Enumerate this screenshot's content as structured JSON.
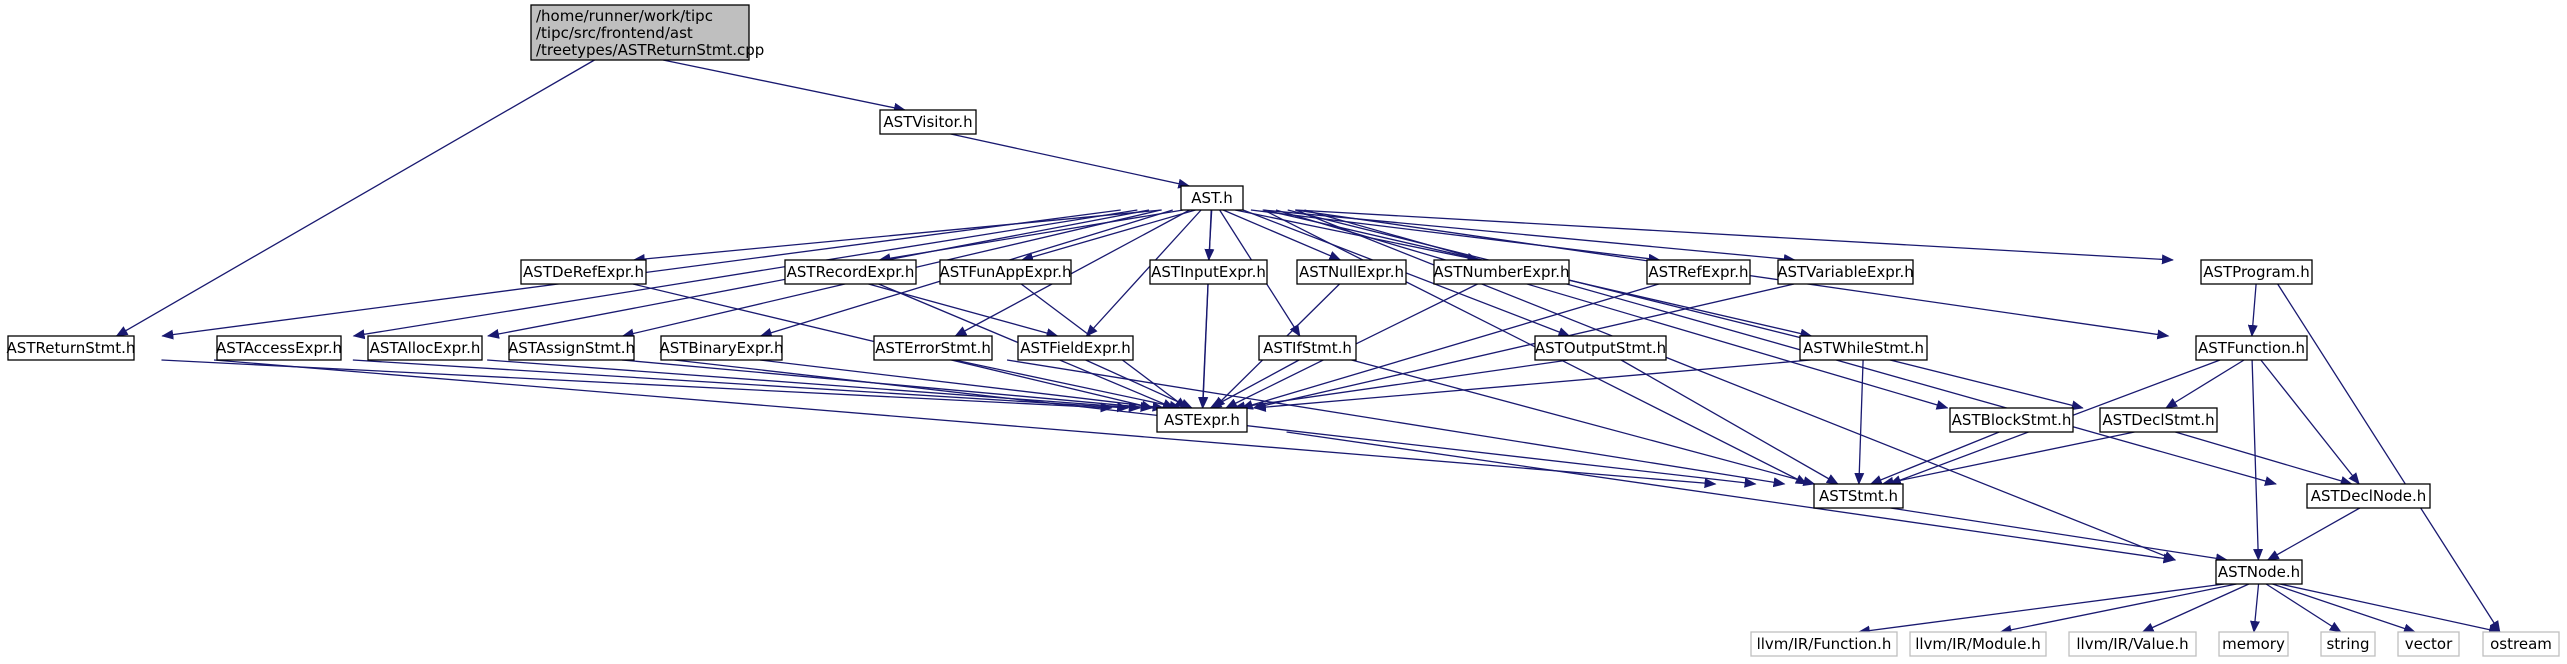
{
  "colors": {
    "edge": "#191970",
    "root_fill": "#bfbfbf",
    "system_border": "#bfbfbf"
  },
  "nodes": [
    {
      "id": "root",
      "label": "/home/runner/work/tipc\n/tipc/src/frontend/ast\n/treetypes/ASTReturnStmt.cpp",
      "kind": "root"
    },
    {
      "id": "visitor",
      "label": "ASTVisitor.h",
      "kind": "local"
    },
    {
      "id": "ast",
      "label": "AST.h",
      "kind": "local"
    },
    {
      "id": "returnstmt",
      "label": "ASTReturnStmt.h",
      "kind": "local"
    },
    {
      "id": "accessexpr",
      "label": "ASTAccessExpr.h",
      "kind": "local"
    },
    {
      "id": "allocexpr",
      "label": "ASTAllocExpr.h",
      "kind": "local"
    },
    {
      "id": "assignstmt",
      "label": "ASTAssignStmt.h",
      "kind": "local"
    },
    {
      "id": "binaryexpr",
      "label": "ASTBinaryExpr.h",
      "kind": "local"
    },
    {
      "id": "derefexpr",
      "label": "ASTDeRefExpr.h",
      "kind": "local"
    },
    {
      "id": "recordexpr",
      "label": "ASTRecordExpr.h",
      "kind": "local"
    },
    {
      "id": "errorstmt",
      "label": "ASTErrorStmt.h",
      "kind": "local"
    },
    {
      "id": "funappexpr",
      "label": "ASTFunAppExpr.h",
      "kind": "local"
    },
    {
      "id": "fieldexpr",
      "label": "ASTFieldExpr.h",
      "kind": "local"
    },
    {
      "id": "inputexpr",
      "label": "ASTInputExpr.h",
      "kind": "local"
    },
    {
      "id": "ifstmt",
      "label": "ASTIfStmt.h",
      "kind": "local"
    },
    {
      "id": "nullexpr",
      "label": "ASTNullExpr.h",
      "kind": "local"
    },
    {
      "id": "numberexpr",
      "label": "ASTNumberExpr.h",
      "kind": "local"
    },
    {
      "id": "outputstmt",
      "label": "ASTOutputStmt.h",
      "kind": "local"
    },
    {
      "id": "refexpr",
      "label": "ASTRefExpr.h",
      "kind": "local"
    },
    {
      "id": "variableexpr",
      "label": "ASTVariableExpr.h",
      "kind": "local"
    },
    {
      "id": "whilestmt",
      "label": "ASTWhileStmt.h",
      "kind": "local"
    },
    {
      "id": "blockstmt",
      "label": "ASTBlockStmt.h",
      "kind": "local"
    },
    {
      "id": "program",
      "label": "ASTProgram.h",
      "kind": "local"
    },
    {
      "id": "function",
      "label": "ASTFunction.h",
      "kind": "local"
    },
    {
      "id": "declstmt",
      "label": "ASTDeclStmt.h",
      "kind": "local"
    },
    {
      "id": "expr",
      "label": "ASTExpr.h",
      "kind": "local"
    },
    {
      "id": "stmt",
      "label": "ASTStmt.h",
      "kind": "local"
    },
    {
      "id": "declnode",
      "label": "ASTDeclNode.h",
      "kind": "local"
    },
    {
      "id": "node",
      "label": "ASTNode.h",
      "kind": "local"
    },
    {
      "id": "llvmfunction",
      "label": "llvm/IR/Function.h",
      "kind": "system"
    },
    {
      "id": "llvmmodule",
      "label": "llvm/IR/Module.h",
      "kind": "system"
    },
    {
      "id": "llvmvalue",
      "label": "llvm/IR/Value.h",
      "kind": "system"
    },
    {
      "id": "memory",
      "label": "memory",
      "kind": "system"
    },
    {
      "id": "string",
      "label": "string",
      "kind": "system"
    },
    {
      "id": "vector",
      "label": "vector",
      "kind": "system"
    },
    {
      "id": "ostream",
      "label": "ostream",
      "kind": "system"
    }
  ],
  "edges": [
    [
      "root",
      "returnstmt"
    ],
    [
      "root",
      "visitor"
    ],
    [
      "visitor",
      "ast"
    ],
    [
      "ast",
      "returnstmt"
    ],
    [
      "ast",
      "accessexpr"
    ],
    [
      "ast",
      "allocexpr"
    ],
    [
      "ast",
      "assignstmt"
    ],
    [
      "ast",
      "binaryexpr"
    ],
    [
      "ast",
      "derefexpr"
    ],
    [
      "ast",
      "recordexpr"
    ],
    [
      "ast",
      "errorstmt"
    ],
    [
      "ast",
      "funappexpr"
    ],
    [
      "ast",
      "fieldexpr"
    ],
    [
      "ast",
      "inputexpr"
    ],
    [
      "ast",
      "ifstmt"
    ],
    [
      "ast",
      "nullexpr"
    ],
    [
      "ast",
      "numberexpr"
    ],
    [
      "ast",
      "outputstmt"
    ],
    [
      "ast",
      "refexpr"
    ],
    [
      "ast",
      "variableexpr"
    ],
    [
      "ast",
      "whilestmt"
    ],
    [
      "ast",
      "blockstmt"
    ],
    [
      "ast",
      "program"
    ],
    [
      "ast",
      "function"
    ],
    [
      "ast",
      "declstmt"
    ],
    [
      "ast",
      "expr"
    ],
    [
      "ast",
      "stmt"
    ],
    [
      "ast",
      "declnode"
    ],
    [
      "ast",
      "node"
    ],
    [
      "returnstmt",
      "expr"
    ],
    [
      "returnstmt",
      "stmt"
    ],
    [
      "accessexpr",
      "expr"
    ],
    [
      "allocexpr",
      "expr"
    ],
    [
      "assignstmt",
      "expr"
    ],
    [
      "assignstmt",
      "stmt"
    ],
    [
      "binaryexpr",
      "expr"
    ],
    [
      "derefexpr",
      "expr"
    ],
    [
      "recordexpr",
      "fieldexpr"
    ],
    [
      "recordexpr",
      "expr"
    ],
    [
      "errorstmt",
      "expr"
    ],
    [
      "errorstmt",
      "stmt"
    ],
    [
      "funappexpr",
      "expr"
    ],
    [
      "fieldexpr",
      "expr"
    ],
    [
      "inputexpr",
      "expr"
    ],
    [
      "ifstmt",
      "expr"
    ],
    [
      "ifstmt",
      "stmt"
    ],
    [
      "nullexpr",
      "expr"
    ],
    [
      "numberexpr",
      "expr"
    ],
    [
      "outputstmt",
      "expr"
    ],
    [
      "outputstmt",
      "stmt"
    ],
    [
      "refexpr",
      "expr"
    ],
    [
      "variableexpr",
      "expr"
    ],
    [
      "whilestmt",
      "expr"
    ],
    [
      "whilestmt",
      "stmt"
    ],
    [
      "blockstmt",
      "stmt"
    ],
    [
      "program",
      "function"
    ],
    [
      "program",
      "ostream"
    ],
    [
      "function",
      "declstmt"
    ],
    [
      "function",
      "declnode"
    ],
    [
      "function",
      "stmt"
    ],
    [
      "function",
      "node"
    ],
    [
      "declstmt",
      "stmt"
    ],
    [
      "declstmt",
      "declnode"
    ],
    [
      "expr",
      "node"
    ],
    [
      "stmt",
      "node"
    ],
    [
      "declnode",
      "node"
    ],
    [
      "node",
      "llvmfunction"
    ],
    [
      "node",
      "llvmmodule"
    ],
    [
      "node",
      "llvmvalue"
    ],
    [
      "node",
      "memory"
    ],
    [
      "node",
      "string"
    ],
    [
      "node",
      "vector"
    ],
    [
      "node",
      "ostream"
    ]
  ]
}
